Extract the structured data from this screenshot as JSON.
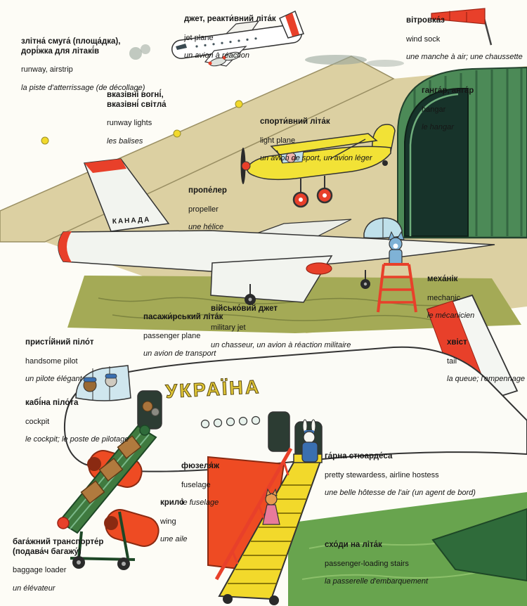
{
  "labels": {
    "jet_plane": {
      "uk": "джет, реакти́вний літа́к",
      "en": "jet plane",
      "fr": "un avion à réaction"
    },
    "wind_sock": {
      "uk": "вітровка́з",
      "en": "wind sock",
      "fr": "une manche à air; une chaussette"
    },
    "runway": {
      "uk": "злітна́ смуга́ (площа́дка),\nдорі́жка для літакі́в",
      "en": "runway, airstrip",
      "fr": "la piste d'atterrissage (de décollage)"
    },
    "runway_lights": {
      "uk": "вказівні́ вогні́,\nвказівні́ світла́",
      "en": "runway lights",
      "fr": "les balises"
    },
    "hangar": {
      "uk": "ганга́р, анга́р",
      "en": "hangar",
      "fr": "le hangar"
    },
    "light_plane": {
      "uk": "спорти́вний літа́к",
      "en": "light plane",
      "fr": "un avion de sport, un avion léger"
    },
    "propeller": {
      "uk": "пропе́лер",
      "en": "propeller",
      "fr": "une hélice"
    },
    "mechanic": {
      "uk": "меха́нік",
      "en": "mechanic",
      "fr": "le mécanicien"
    },
    "military_jet": {
      "uk": "військо́вий джет",
      "en": "military jet",
      "fr": "un chasseur, un avion à réaction militaire"
    },
    "passenger_plane": {
      "uk": "пасажи́рський літа́к",
      "en": "passenger plane",
      "fr": "un avion de transport"
    },
    "handsome_pilot": {
      "uk": "присті́йний піло́т",
      "en": "handsome pilot",
      "fr": "un pilote élégant"
    },
    "tail": {
      "uk": "хвіст",
      "en": "tail",
      "fr": "la queue; l'empennage"
    },
    "cockpit": {
      "uk": "кабі́на піло́та",
      "en": "cockpit",
      "fr": "le cockpit; le poste de pilotage"
    },
    "fuselage": {
      "uk": "фюзеля́ж",
      "en": "fuselage",
      "fr": "le fuselage"
    },
    "stewardess": {
      "uk": "га́рна стюарде́са",
      "en": "pretty stewardess, airline hostess",
      "fr": "une belle hôtesse de l'air (un agent de bord)"
    },
    "wing": {
      "uk": "крило́",
      "en": "wing",
      "fr": "une aile"
    },
    "baggage_loader": {
      "uk": "бага́жний транспорте́р\n(подава́ч багажу́)",
      "en": "baggage loader",
      "fr": "un élévateur"
    },
    "loading_stairs": {
      "uk": "схо́ди на літа́к",
      "en": "passenger-loading stairs",
      "fr": "la passerelle d'embarquement"
    }
  },
  "markings": {
    "military_jet": "КАНАДА",
    "passenger_plane": "УКРАЇНА"
  },
  "palette": {
    "accent_red": "#e8402a",
    "wing_orange": "#ee4b23",
    "plane_yellow": "#f2d92b",
    "hangar_green": "#4c8a57",
    "grass_green": "#68a44e",
    "olive_grass": "#a4aa56",
    "runway_tan": "#dcd0a2"
  }
}
